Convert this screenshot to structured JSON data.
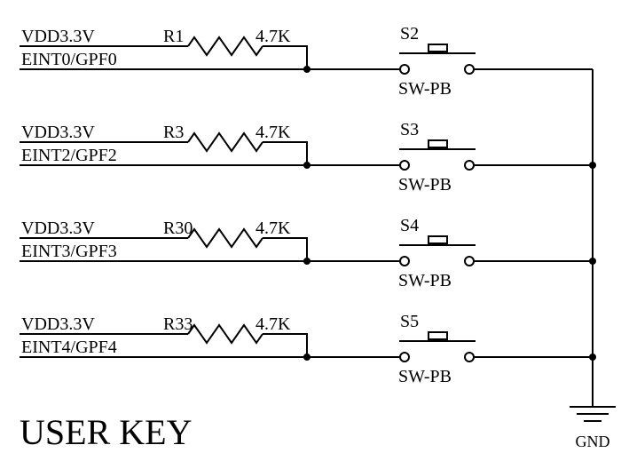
{
  "title": "USER KEY",
  "ground_label": "GND",
  "channels": [
    {
      "supply": "VDD3.3V",
      "resistor": "R1",
      "resistance": "4.7K",
      "signal": "EINT0/GPF0",
      "switch": "S2",
      "switch_type": "SW-PB"
    },
    {
      "supply": "VDD3.3V",
      "resistor": "R3",
      "resistance": "4.7K",
      "signal": "EINT2/GPF2",
      "switch": "S3",
      "switch_type": "SW-PB"
    },
    {
      "supply": "VDD3.3V",
      "resistor": "R30",
      "resistance": "4.7K",
      "signal": "EINT3/GPF3",
      "switch": "S4",
      "switch_type": "SW-PB"
    },
    {
      "supply": "VDD3.3V",
      "resistor": "R33",
      "resistance": "4.7K",
      "signal": "EINT4/GPF4",
      "switch": "S5",
      "switch_type": "SW-PB"
    }
  ]
}
